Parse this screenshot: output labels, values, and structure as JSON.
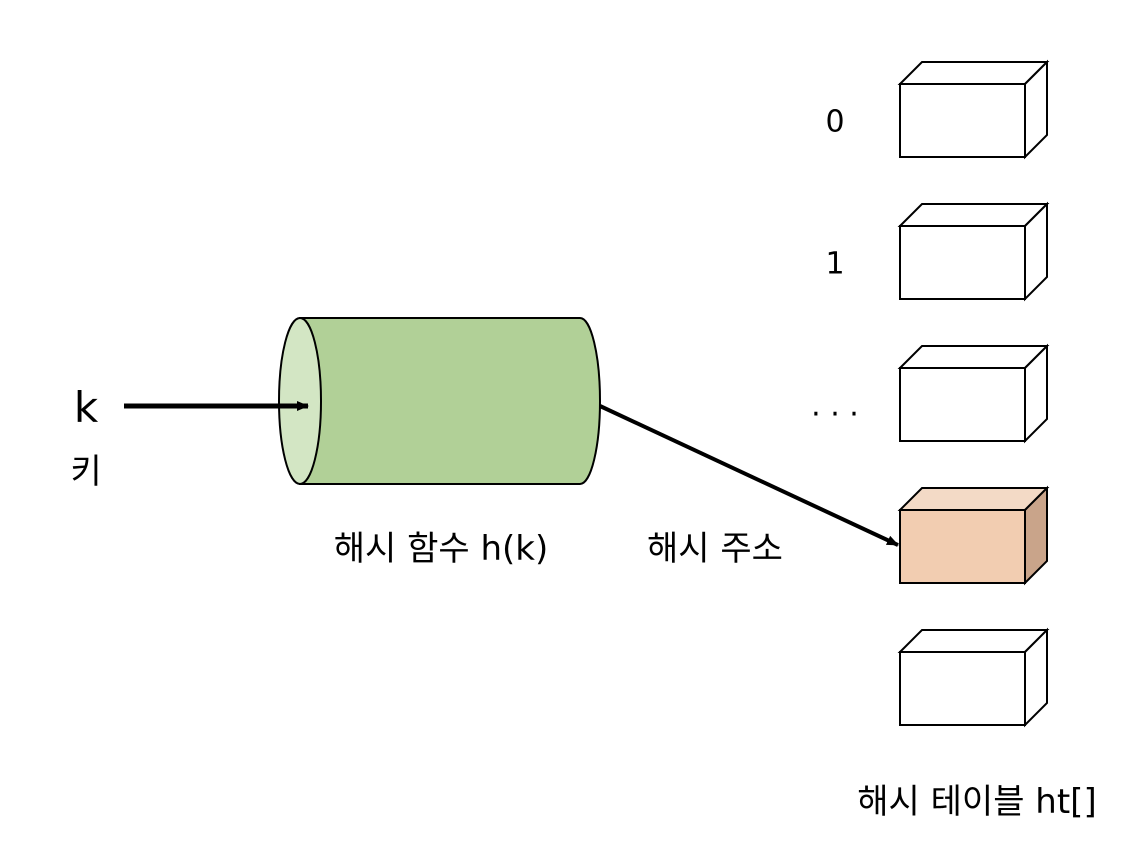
{
  "key": {
    "symbol": "k",
    "label": "키"
  },
  "hash_function": {
    "label": "해시 함수 h(k)",
    "body_color": "#b1d097",
    "face_color": "#d3e6c4"
  },
  "hash_address": {
    "label": "해시 주소"
  },
  "hash_table": {
    "label": "해시 테이블 ht[]",
    "highlight_front": "#f2cdb1",
    "highlight_top": "#f3dac6",
    "highlight_side": "#c9a48a",
    "slots": [
      {
        "index_label": "0",
        "highlighted": false
      },
      {
        "index_label": "1",
        "highlighted": false
      },
      {
        "index_label": ". . .",
        "highlighted": false
      },
      {
        "index_label": "",
        "highlighted": true
      },
      {
        "index_label": "",
        "highlighted": false
      }
    ]
  }
}
